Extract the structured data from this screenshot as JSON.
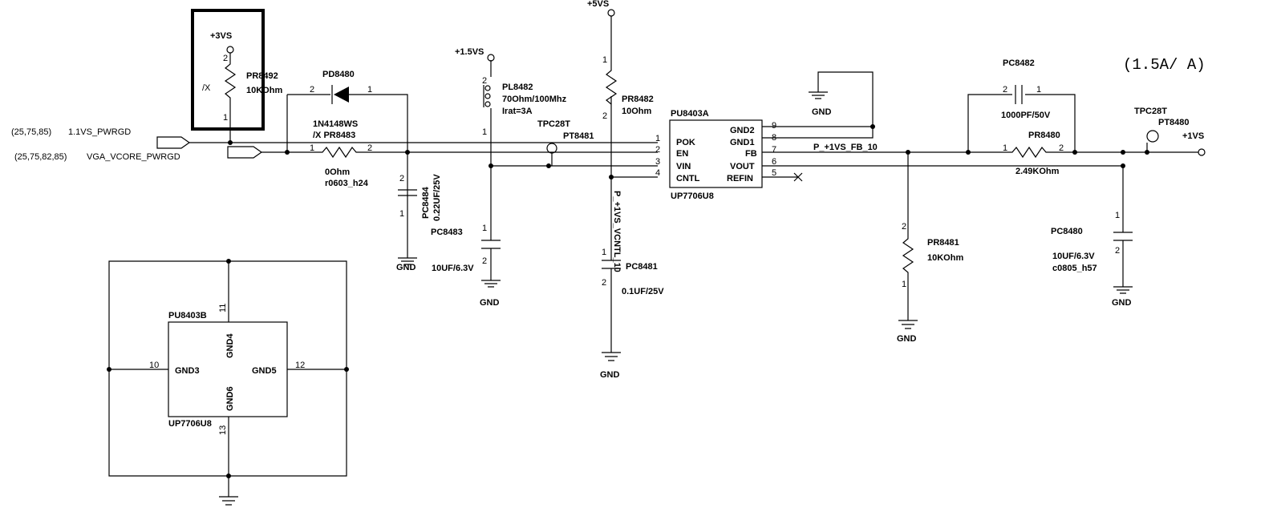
{
  "header": {
    "current_note": "(1.5A/   A)"
  },
  "inputs": {
    "net1_ref": "(25,75,85)",
    "net1_name": "1.1VS_PWRGD",
    "net2_ref": "(25,75,82,85)",
    "net2_name": "VGA_VCORE_PWRGD"
  },
  "rails": {
    "v3": "+3VS",
    "v15": "+1.5VS",
    "v5": "+5VS",
    "v1": "+1VS"
  },
  "gnd": "GND",
  "components": {
    "pr8492": {
      "ref": "PR8492",
      "value": "10KOhm",
      "opt": "/X",
      "pin1": "1",
      "pin2": "2"
    },
    "pd8480": {
      "ref": "PD8480",
      "part": "1N4148WS",
      "pin1": "1",
      "pin2": "2"
    },
    "pr8483": {
      "ref": "/X PR8483",
      "value": "0Ohm",
      "fp": "r0603_h24",
      "pin1": "1",
      "pin2": "2"
    },
    "pc8484": {
      "ref": "PC8484",
      "value": "0.22UF/25V",
      "pin1": "1",
      "pin2": "2"
    },
    "pl8482": {
      "ref": "PL8482",
      "value": "70Ohm/100Mhz",
      "irat": "Irat=3A",
      "pin1": "1",
      "pin2": "2"
    },
    "pc8483": {
      "ref": "PC8483",
      "value": "10UF/6.3V",
      "pin1": "1",
      "pin2": "2"
    },
    "tp1": {
      "model": "TPC28T",
      "ref": "PT8481"
    },
    "pr8482": {
      "ref": "PR8482",
      "value": "10Ohm",
      "pin1": "1",
      "pin2": "2"
    },
    "vcntl_net": "P_+1VS_VCNTL_10",
    "pc8481": {
      "ref": "PC8481",
      "value": "0.1UF/25V",
      "pin1": "1",
      "pin2": "2"
    },
    "pc8482": {
      "ref": "PC8482",
      "value": "1000PF/50V",
      "pin1": "1",
      "pin2": "2"
    },
    "pr8480": {
      "ref": "PR8480",
      "value": "2.49KOhm",
      "pin1": "1",
      "pin2": "2"
    },
    "pr8481": {
      "ref": "PR8481",
      "value": "10KOhm",
      "pin1": "1",
      "pin2": "2"
    },
    "tp2": {
      "model": "TPC28T",
      "ref": "PT8480"
    },
    "pc8480": {
      "ref": "PC8480",
      "value": "10UF/6.3V",
      "fp": "c0805_h57",
      "pin1": "1",
      "pin2": "2"
    },
    "fb_net": "P_+1VS_FB_10"
  },
  "ic_a": {
    "ref": "PU8403A",
    "part": "UP7706U8",
    "left_pins": [
      {
        "num": "1",
        "name": "POK"
      },
      {
        "num": "2",
        "name": "EN"
      },
      {
        "num": "3",
        "name": "VIN"
      },
      {
        "num": "4",
        "name": "CNTL"
      }
    ],
    "right_pins": [
      {
        "num": "9",
        "name": "GND2"
      },
      {
        "num": "8",
        "name": "GND1"
      },
      {
        "num": "7",
        "name": "FB"
      },
      {
        "num": "6",
        "name": "VOUT"
      },
      {
        "num": "5",
        "name": "REFIN"
      }
    ]
  },
  "ic_b": {
    "ref": "PU8403B",
    "part": "UP7706U8",
    "pins": [
      {
        "num": "11",
        "name": "GND4"
      },
      {
        "num": "10",
        "name": "GND3"
      },
      {
        "num": "12",
        "name": "GND5"
      },
      {
        "num": "13",
        "name": "GND6"
      }
    ]
  }
}
